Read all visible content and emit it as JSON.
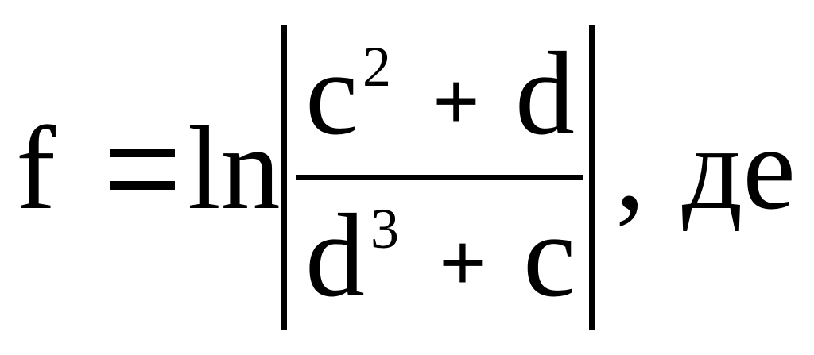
{
  "formula": {
    "lhs_variable": "f",
    "equals_sign": "=",
    "function_name": "ln",
    "numerator": {
      "base": "c",
      "exponent": "2",
      "operator": "+",
      "term": "d"
    },
    "denominator": {
      "base": "d",
      "exponent": "3",
      "operator": "+",
      "term": "c"
    },
    "comma": ",",
    "trailing_word": "де"
  }
}
